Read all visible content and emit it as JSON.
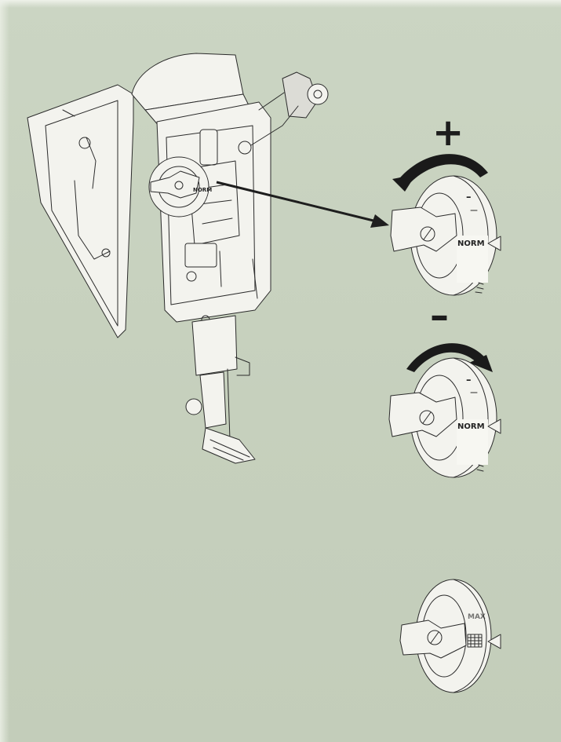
{
  "dials": [
    {
      "label": "NORM",
      "minus_mark": "–",
      "rotation_symbol": "+"
    },
    {
      "label": "NORM",
      "minus_mark": "–",
      "rotation_symbol": "–"
    },
    {
      "label": "MAX"
    }
  ],
  "inset_label": "NORM",
  "colors": {
    "background": "#c8d2c0",
    "ink": "#2b2b2b",
    "dial_face": "#f3f3ee"
  }
}
